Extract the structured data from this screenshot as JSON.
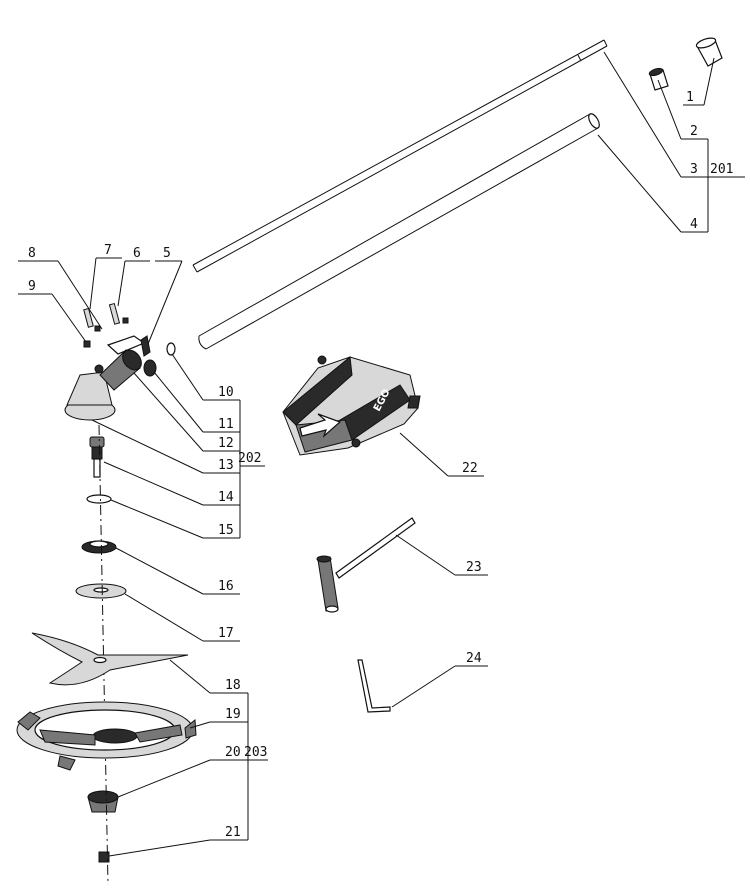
{
  "callouts": [
    {
      "id": "p1",
      "label": "1"
    },
    {
      "id": "p2",
      "label": "2"
    },
    {
      "id": "p3",
      "label": "3"
    },
    {
      "id": "p4",
      "label": "4"
    },
    {
      "id": "p5",
      "label": "5"
    },
    {
      "id": "p6",
      "label": "6"
    },
    {
      "id": "p7",
      "label": "7"
    },
    {
      "id": "p8",
      "label": "8"
    },
    {
      "id": "p9",
      "label": "9"
    },
    {
      "id": "p10",
      "label": "10"
    },
    {
      "id": "p11",
      "label": "11"
    },
    {
      "id": "p12",
      "label": "12"
    },
    {
      "id": "p13",
      "label": "13"
    },
    {
      "id": "p14",
      "label": "14"
    },
    {
      "id": "p15",
      "label": "15"
    },
    {
      "id": "p16",
      "label": "16"
    },
    {
      "id": "p17",
      "label": "17"
    },
    {
      "id": "p18",
      "label": "18"
    },
    {
      "id": "p19",
      "label": "19"
    },
    {
      "id": "p20",
      "label": "20"
    },
    {
      "id": "p21",
      "label": "21"
    },
    {
      "id": "p22",
      "label": "22"
    },
    {
      "id": "p23",
      "label": "23"
    },
    {
      "id": "p24",
      "label": "24"
    }
  ],
  "assemblies": [
    {
      "id": "a201",
      "label": "201"
    },
    {
      "id": "a202",
      "label": "202"
    },
    {
      "id": "a203",
      "label": "203"
    }
  ],
  "logo_text": "EGO"
}
